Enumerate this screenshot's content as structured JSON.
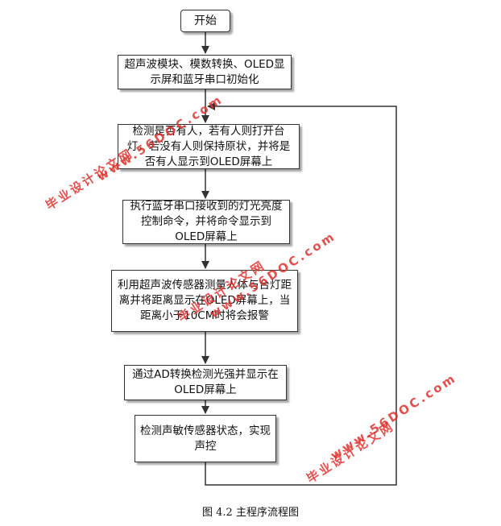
{
  "flowchart": {
    "start": "开始",
    "steps": [
      "超声波模块、模数转换、OLED显示屏和蓝牙串口初始化",
      "检测是否有人，若有人则打开台灯，若没有人则保持原状，并将是否有人显示到OLED屏幕上",
      "执行蓝牙串口接收到的灯光亮度控制命令，并将命令显示到OLED屏幕上",
      "利用超声波传感器测量人体与台灯距离并将距离显示在OLED屏幕上，当距离小于10CM时将会报警",
      "通过AD转换检测光强并显示在OLED屏幕上",
      "检测声敏传感器状态，实现声控"
    ]
  },
  "caption": "图 4.2  主程序流程图",
  "watermarks": {
    "site_name": "毕业设计论文网",
    "site_url": "www.56DOC.com"
  },
  "colors": {
    "watermark": "#e0322f",
    "line": "#333333"
  }
}
